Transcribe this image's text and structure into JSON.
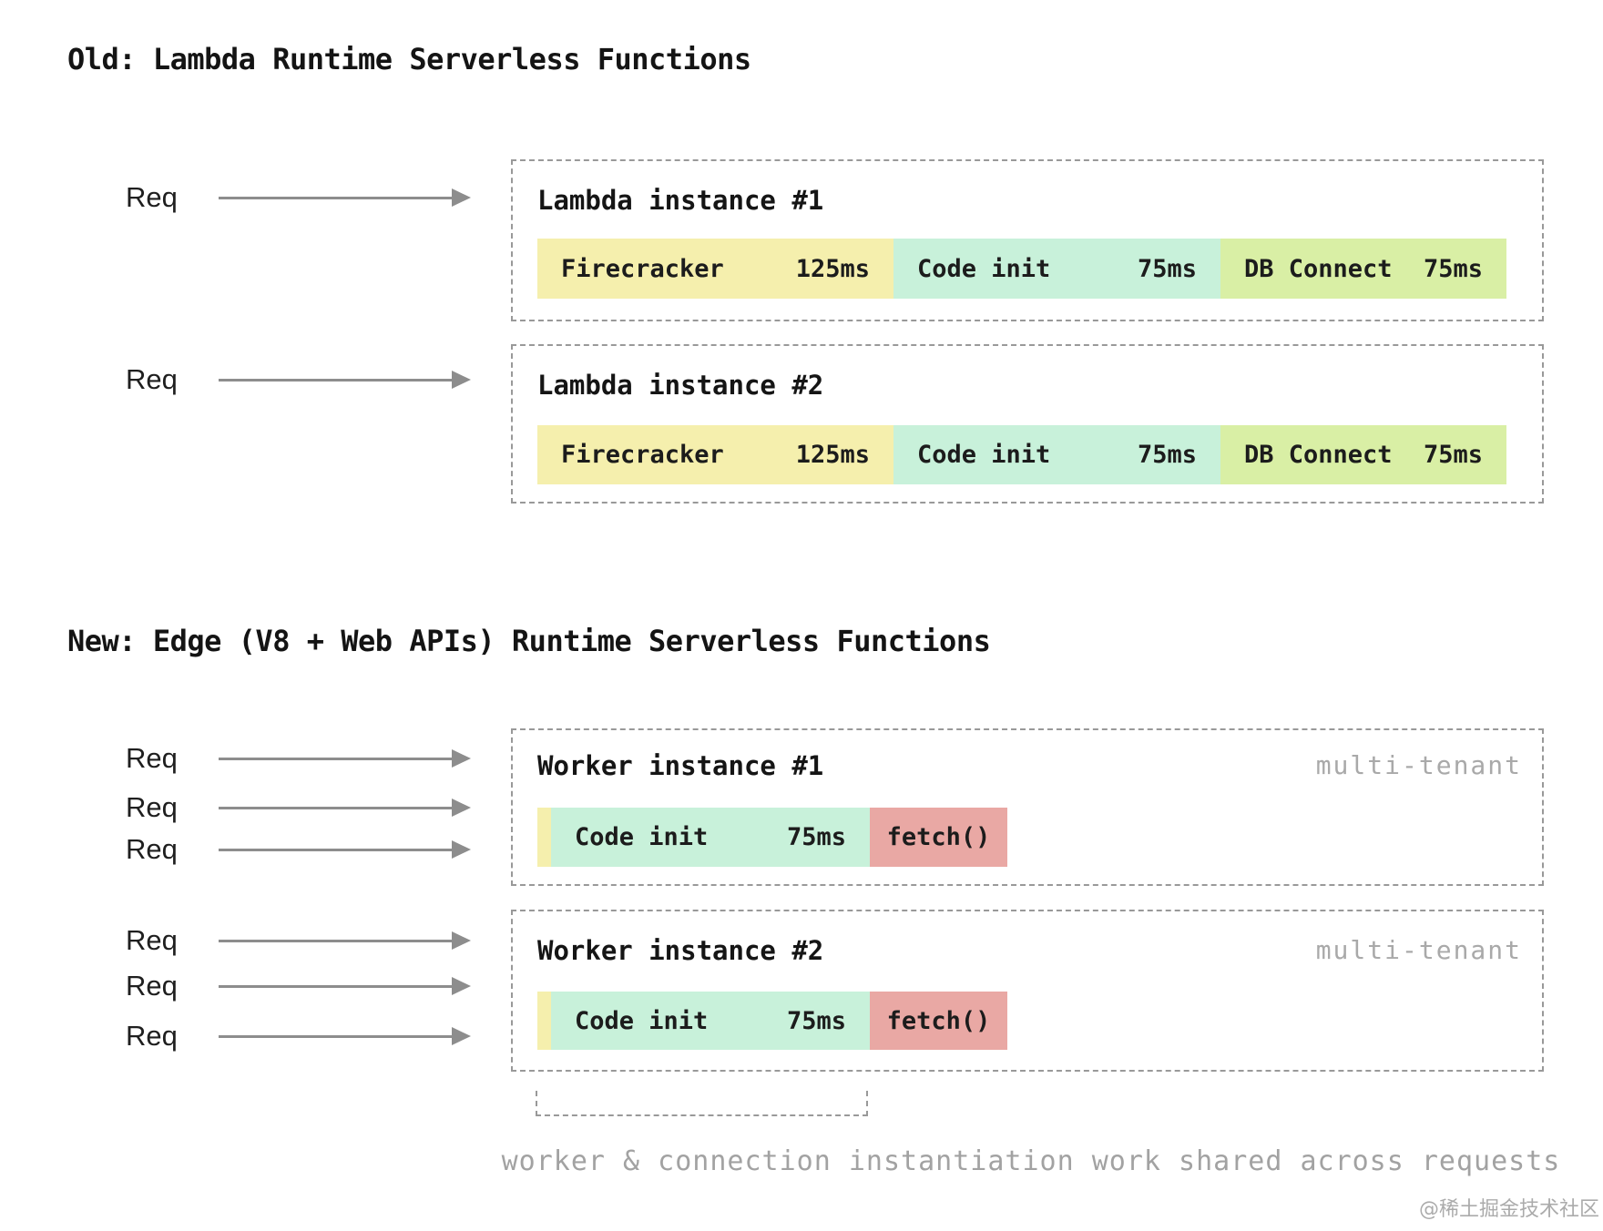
{
  "diagram": {
    "old_section": {
      "title": "Old: Lambda Runtime Serverless Functions",
      "req_label": "Req",
      "instances": [
        {
          "name": "Lambda instance #1",
          "segments": [
            {
              "label": "Firecracker",
              "duration": "125ms",
              "color": "#f5efad"
            },
            {
              "label": "Code init",
              "duration": "75ms",
              "color": "#c8f1da"
            },
            {
              "label": "DB Connect",
              "duration": "75ms",
              "color": "#d9efa5"
            }
          ]
        },
        {
          "name": "Lambda instance #2",
          "segments": [
            {
              "label": "Firecracker",
              "duration": "125ms",
              "color": "#f5efad"
            },
            {
              "label": "Code init",
              "duration": "75ms",
              "color": "#c8f1da"
            },
            {
              "label": "DB Connect",
              "duration": "75ms",
              "color": "#d9efa5"
            }
          ]
        }
      ]
    },
    "new_section": {
      "title": "New: Edge (V8 + Web APIs) Runtime Serverless Functions",
      "req_label": "Req",
      "instances": [
        {
          "name": "Worker instance #1",
          "tenancy": "multi-tenant",
          "segments": [
            {
              "label": "",
              "duration": "",
              "color": "#f5efad"
            },
            {
              "label": "Code init",
              "duration": "75ms",
              "color": "#c8f1da"
            },
            {
              "label": "fetch()",
              "duration": "",
              "color": "#e9a8a4"
            }
          ]
        },
        {
          "name": "Worker instance #2",
          "tenancy": "multi-tenant",
          "segments": [
            {
              "label": "",
              "duration": "",
              "color": "#f5efad"
            },
            {
              "label": "Code init",
              "duration": "75ms",
              "color": "#c8f1da"
            },
            {
              "label": "fetch()",
              "duration": "",
              "color": "#e9a8a4"
            }
          ]
        }
      ]
    },
    "bracket_note": "worker & connection instantiation work shared across requests",
    "watermark": "@稀土掘金技术社区",
    "colors": {
      "firecracker_yellow": "#f5efad",
      "code_init_mint": "#c8f1da",
      "db_connect_green": "#d9efa5",
      "fetch_red": "#e9a8a4",
      "dashed_border": "#999999",
      "arrow_gray": "#8d8d8d",
      "muted_text": "#a2a2a2"
    }
  }
}
